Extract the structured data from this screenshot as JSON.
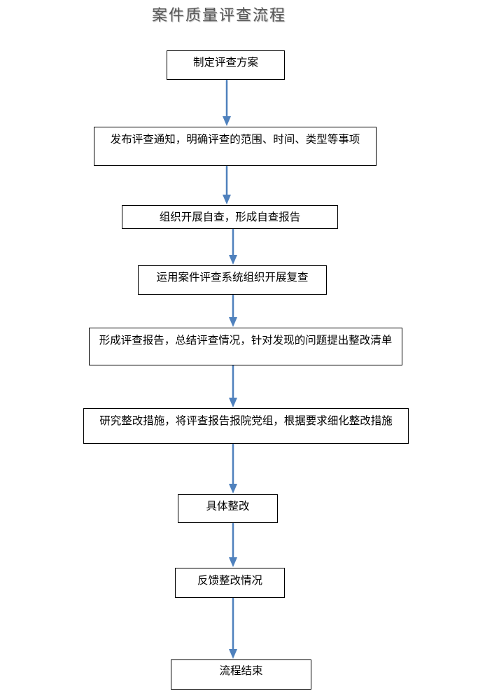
{
  "title": "案件质量评查流程",
  "steps": [
    {
      "label": "制定评查方案"
    },
    {
      "label": "发布评查通知，明确评查的范围、时间、类型等事项"
    },
    {
      "label": "组织开展自查，形成自查报告"
    },
    {
      "label": "运用案件评查系统组织开展复查"
    },
    {
      "label": "形成评查报告，总结评查情况，针对发现的问题提出整改清单"
    },
    {
      "label": "研究整改措施，将评查报告报院党组，根据要求细化整改措施"
    },
    {
      "label": "具体整改"
    },
    {
      "label": "反馈整改情况"
    },
    {
      "label": "流程结束"
    }
  ],
  "colors": {
    "arrow": "#4f81bd",
    "box_border": "#000000",
    "title": "#5a5a5a"
  }
}
